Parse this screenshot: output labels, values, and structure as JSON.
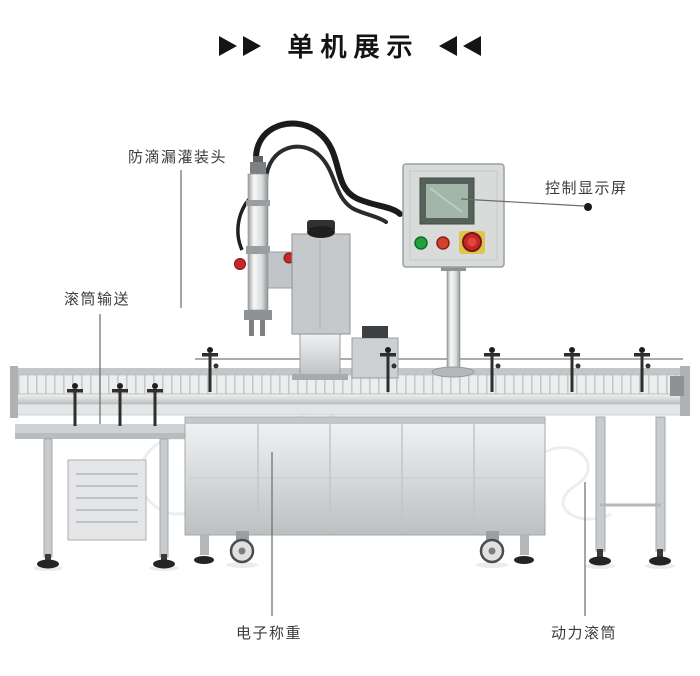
{
  "header": {
    "title": "单机展示"
  },
  "annotations": [
    {
      "id": "filling-head",
      "label": "防滴漏灌装头"
    },
    {
      "id": "control-screen",
      "label": "控制显示屏"
    },
    {
      "id": "roller-conveyor",
      "label": "滚筒输送"
    },
    {
      "id": "electronic-weighing",
      "label": "电子称重"
    },
    {
      "id": "power-roller",
      "label": "动力滚筒"
    }
  ],
  "machine": {
    "description_colors": {
      "steel_light": "#f2f3f4",
      "steel_mid": "#d7dadb",
      "steel_dark": "#9b9fa1",
      "hose_black": "#1b1b1b",
      "button_green": "#22a03c",
      "button_red": "#d2402e",
      "emergency_red": "#c1272d",
      "knob_red": "#c62828",
      "screen_frame": "#55625b",
      "screen_display": "#a3b6aa"
    }
  },
  "annotation_style": {
    "line_color": "#6b6b6b",
    "text_color": "#3c3c3c",
    "dot_color": "#1a1a1a"
  }
}
